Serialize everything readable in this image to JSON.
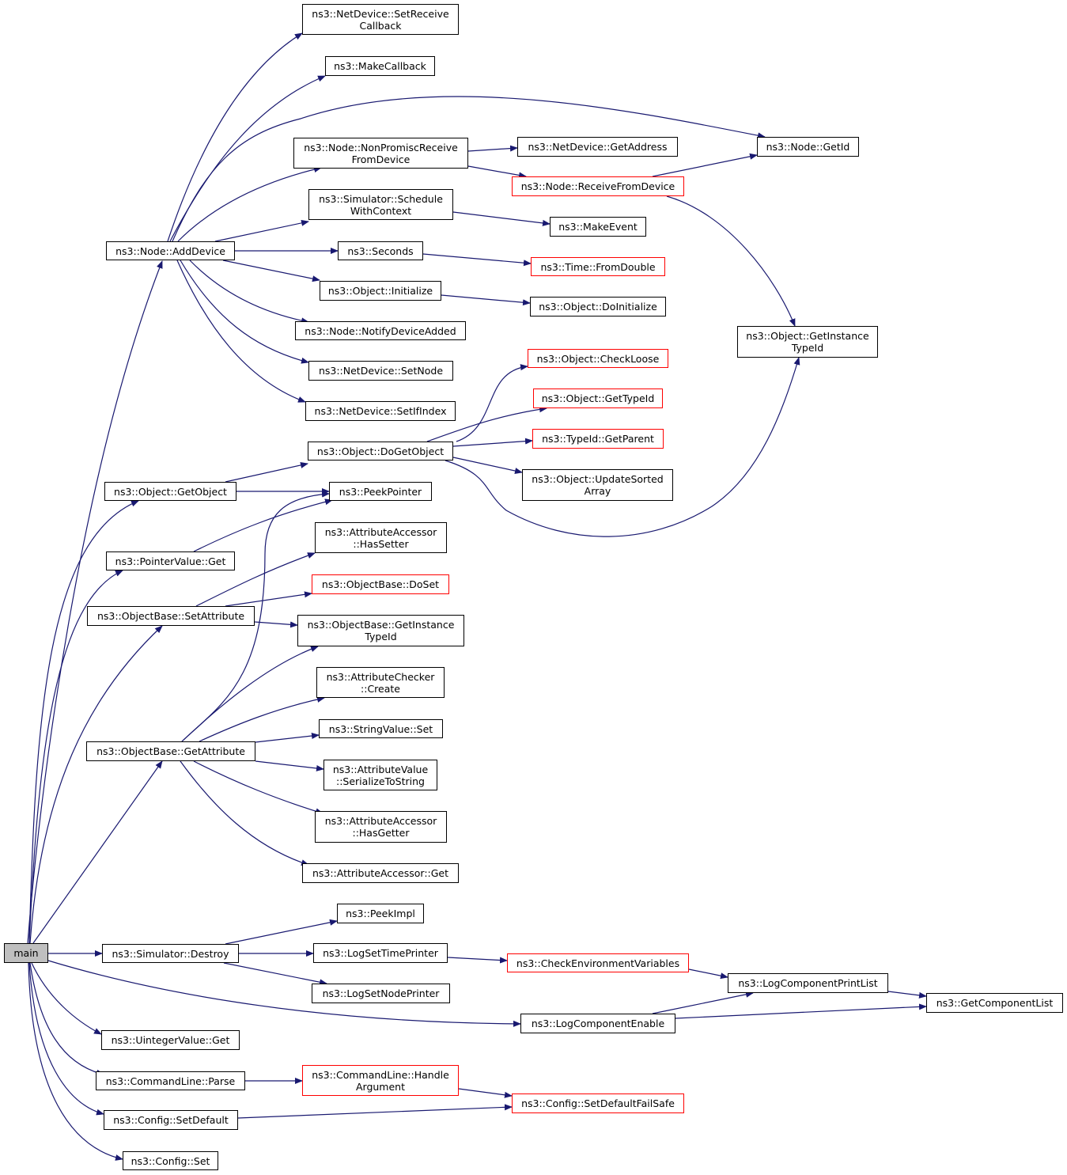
{
  "colors": {
    "edge": "#191970",
    "node_border": "#000000",
    "truncated_border": "#ff0000",
    "root_fill": "#bfbfbf"
  },
  "nodes": {
    "main": "main",
    "node_adddevice": "ns3::Node::AddDevice",
    "netdevice_setreceivecallback": "ns3::NetDevice::SetReceive\nCallback",
    "makecallback": "ns3::MakeCallback",
    "node_nonpromiscreceivefromdevice": "ns3::Node::NonPromiscReceive\nFromDevice",
    "netdevice_getaddress": "ns3::NetDevice::GetAddress",
    "node_getid": "ns3::Node::GetId",
    "node_receivefromdevice": "ns3::Node::ReceiveFromDevice",
    "simulator_schedulewithcontext": "ns3::Simulator::Schedule\nWithContext",
    "makeevent": "ns3::MakeEvent",
    "seconds": "ns3::Seconds",
    "time_fromdouble": "ns3::Time::FromDouble",
    "object_initialize": "ns3::Object::Initialize",
    "object_doinitialize": "ns3::Object::DoInitialize",
    "node_notifydeviceadded": "ns3::Node::NotifyDeviceAdded",
    "object_getinstancetypeid": "ns3::Object::GetInstance\nTypeId",
    "netdevice_setnode": "ns3::NetDevice::SetNode",
    "netdevice_setifindex": "ns3::NetDevice::SetIfIndex",
    "object_checkloose": "ns3::Object::CheckLoose",
    "object_gettypeid": "ns3::Object::GetTypeId",
    "typeid_getparent": "ns3::TypeId::GetParent",
    "object_dogetobject": "ns3::Object::DoGetObject",
    "object_updatesortedarray": "ns3::Object::UpdateSorted\nArray",
    "object_getobject": "ns3::Object::GetObject",
    "peekpointer": "ns3::PeekPointer",
    "attributeaccessor_hassetter": "ns3::AttributeAccessor\n::HasSetter",
    "pointervalue_get": "ns3::PointerValue::Get",
    "objectbase_doset": "ns3::ObjectBase::DoSet",
    "objectbase_setattribute": "ns3::ObjectBase::SetAttribute",
    "objectbase_getinstancetypeid": "ns3::ObjectBase::GetInstance\nTypeId",
    "attributechecker_create": "ns3::AttributeChecker\n::Create",
    "stringvalue_set": "ns3::StringValue::Set",
    "objectbase_getattribute": "ns3::ObjectBase::GetAttribute",
    "attributevalue_serializetostring": "ns3::AttributeValue\n::SerializeToString",
    "attributeaccessor_hasgetter": "ns3::AttributeAccessor\n::HasGetter",
    "attributeaccessor_get": "ns3::AttributeAccessor::Get",
    "peekimpl": "ns3::PeekImpl",
    "simulator_destroy": "ns3::Simulator::Destroy",
    "logsettimeprinter": "ns3::LogSetTimePrinter",
    "checkenvironmentvariables": "ns3::CheckEnvironmentVariables",
    "logsetnodeprinter": "ns3::LogSetNodePrinter",
    "logcomponentprintlist": "ns3::LogComponentPrintList",
    "getcomponentlist": "ns3::GetComponentList",
    "logcomponentenable": "ns3::LogComponentEnable",
    "uintegervalue_get": "ns3::UintegerValue::Get",
    "commandline_parse": "ns3::CommandLine::Parse",
    "commandline_handleargument": "ns3::CommandLine::Handle\nArgument",
    "config_setdefaultfailsafe": "ns3::Config::SetDefaultFailSafe",
    "config_setdefault": "ns3::Config::SetDefault",
    "config_set": "ns3::Config::Set"
  }
}
